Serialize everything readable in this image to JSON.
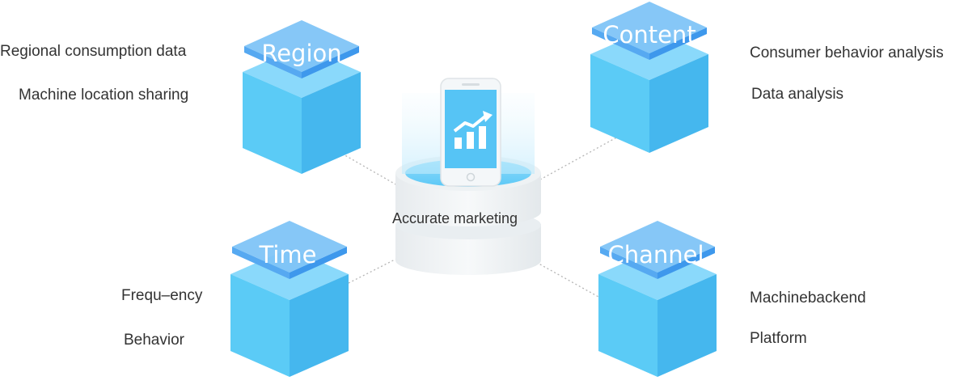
{
  "center": {
    "label": "Accurate marketing"
  },
  "cubes": {
    "region": {
      "title": "Region",
      "items": [
        "Regional consumption data",
        "Machine location sharing"
      ]
    },
    "content": {
      "title": "Content",
      "items": [
        "Consumer behavior analysis",
        "Data analysis"
      ]
    },
    "time": {
      "title": "Time",
      "items": [
        "Frequ–ency",
        "Behavior"
      ]
    },
    "channel": {
      "title": "Channel",
      "items": [
        "Machinebackend",
        "Platform"
      ]
    }
  },
  "colors": {
    "cube_front": "#5bcbf6",
    "cube_side": "#45b7ee",
    "cube_top": "#8ad9fb",
    "diamond_top": "#7fc4f7",
    "diamond_left": "#56a9f1",
    "diamond_right": "#3e98ec",
    "pedestal": "#eef1f3",
    "screen": "#50c3f5",
    "text": "#333333"
  }
}
